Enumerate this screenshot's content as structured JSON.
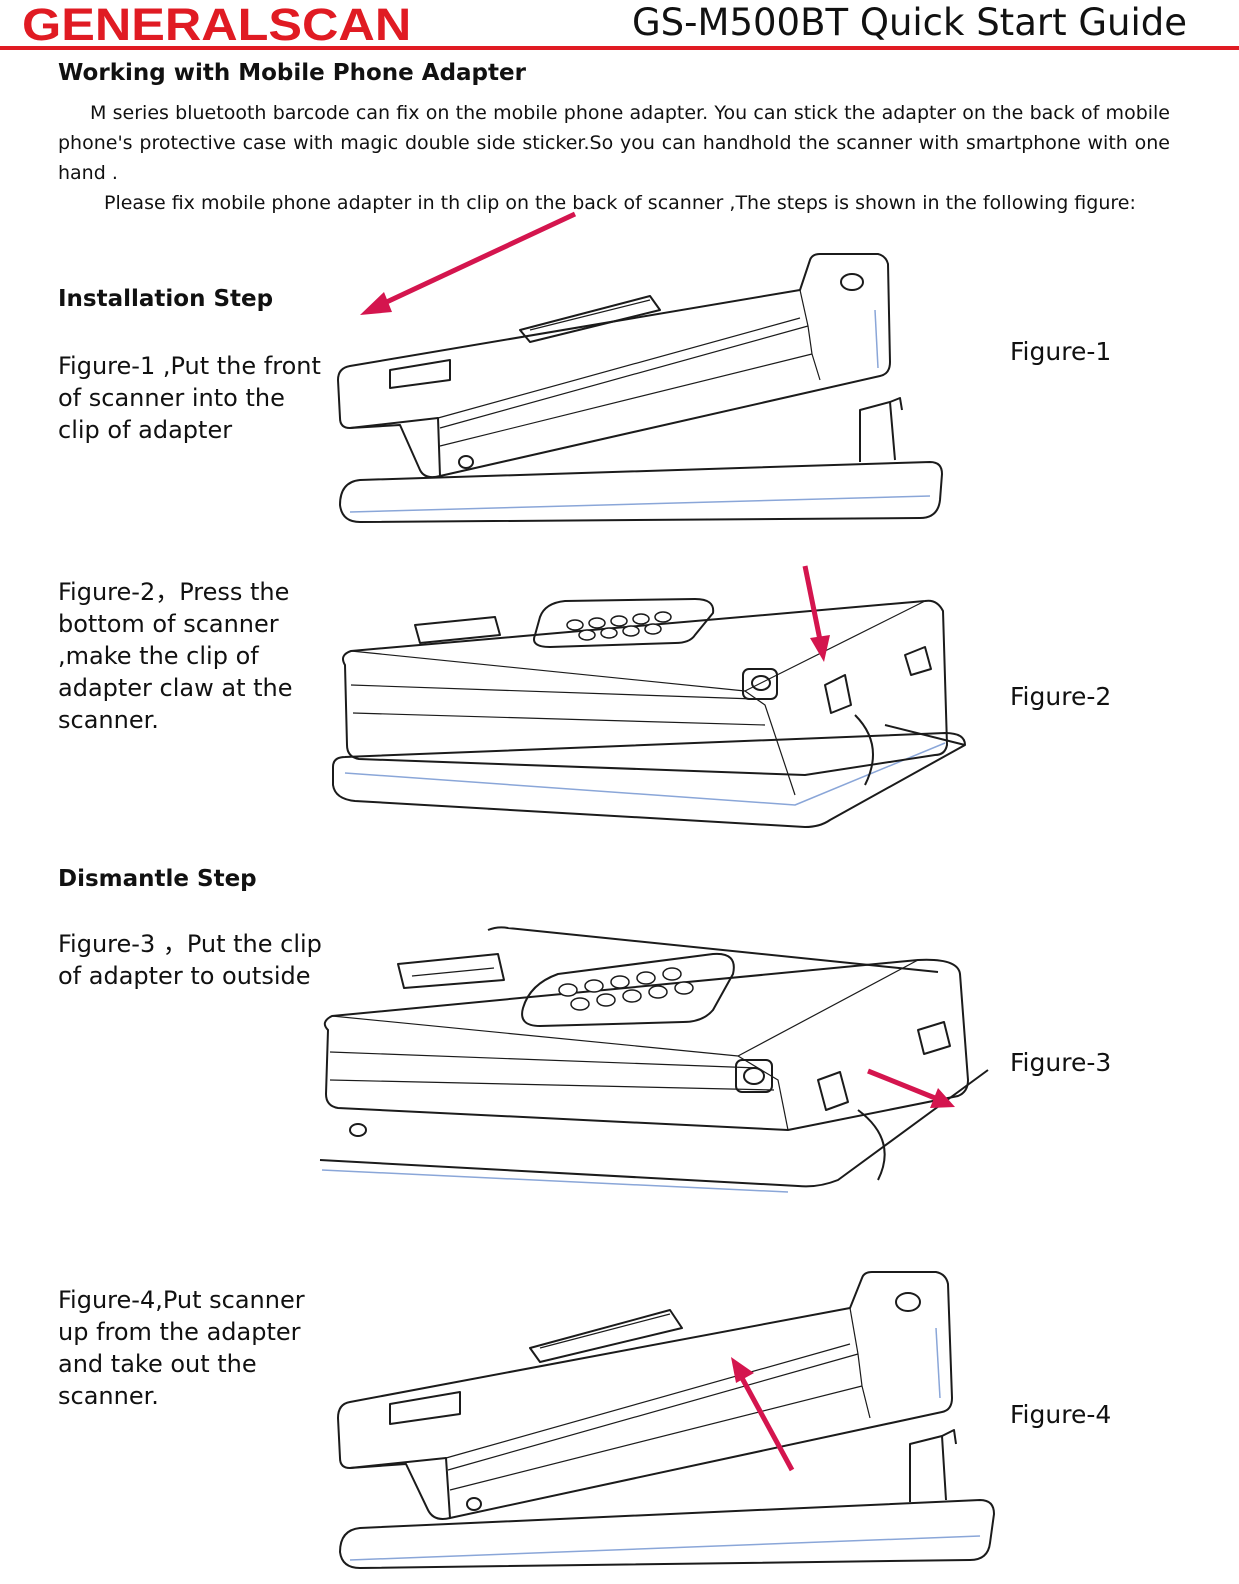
{
  "header": {
    "logo": "GENERALSCAN",
    "guide_title": "GS-M500BT Quick Start Guide",
    "accent_color": "#e01b23"
  },
  "section": {
    "title": "Working with Mobile Phone Adapter",
    "para1": "M series bluetooth barcode can fix on the mobile phone adapter. You can stick the adapter on the back of mobile phone's protective case with magic double side sticker.So you can handhold the scanner with smartphone with one hand .",
    "para2": "Please fix mobile phone adapter in th clip on the back of scanner ,The steps is shown in the following figure:"
  },
  "installation": {
    "title": "Installation Step",
    "steps": [
      "Figure-1 ,Put the front of scanner into the clip of adapter",
      "Figure-2，Press the bottom of scanner ,make the clip of adapter  claw at the scanner."
    ]
  },
  "dismantle": {
    "title": "Dismantle Step",
    "steps": [
      "Figure-3 ，Put the clip of adapter to outside",
      "Figure-4,Put scanner up from the adapter and take out the scanner."
    ]
  },
  "figures": [
    "Figure-1",
    "Figure-2",
    "Figure-3",
    "Figure-4"
  ],
  "arrow_color": "#d4154e"
}
